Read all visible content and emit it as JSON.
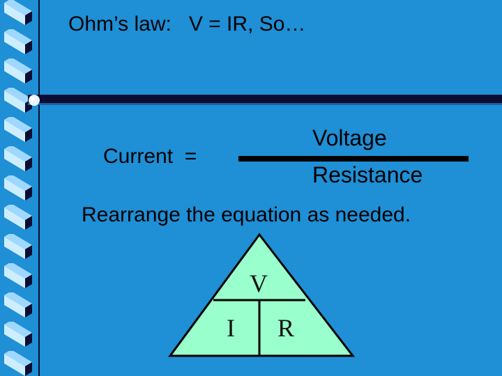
{
  "slide": {
    "title": "Ohm’s law:   V = IR, So…",
    "current_label": "Current  =",
    "numerator": "Voltage",
    "denominator": "Resistance",
    "instruction": "Rearrange the equation as needed.",
    "triangle": {
      "top": "V",
      "bottom_left": "I",
      "bottom_right": "R"
    }
  },
  "colors": {
    "background": "#1f8fd6",
    "triangle_fill": "#99ffcc",
    "border_block_light": "#cdeeff",
    "border_block_dark": "#0d0d33"
  }
}
